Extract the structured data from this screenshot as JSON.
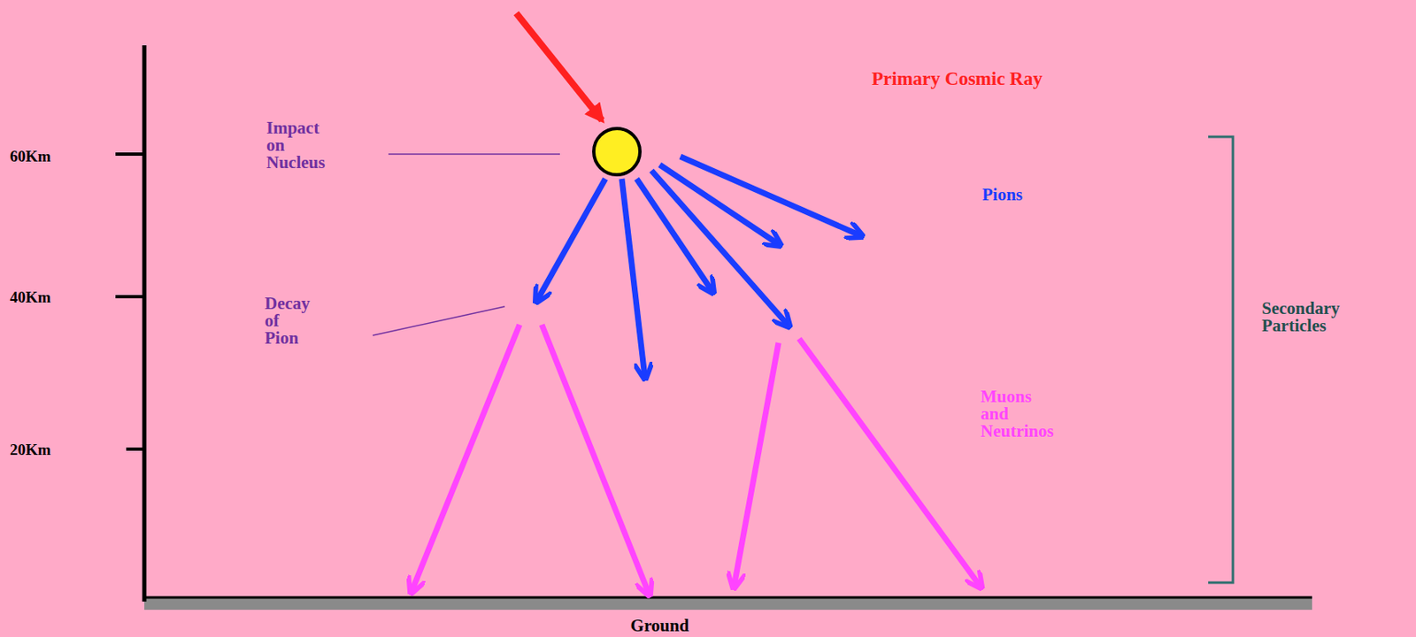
{
  "diagram": {
    "labels": [
      "Primary Cosmic Ray",
      "60Km",
      "Impact on Nucleus",
      "Pions",
      "40Km",
      "Decay of Pion",
      "Secondary Particles",
      "Muons and Neutrinos",
      "20Km",
      "Ground"
    ]
  }
}
